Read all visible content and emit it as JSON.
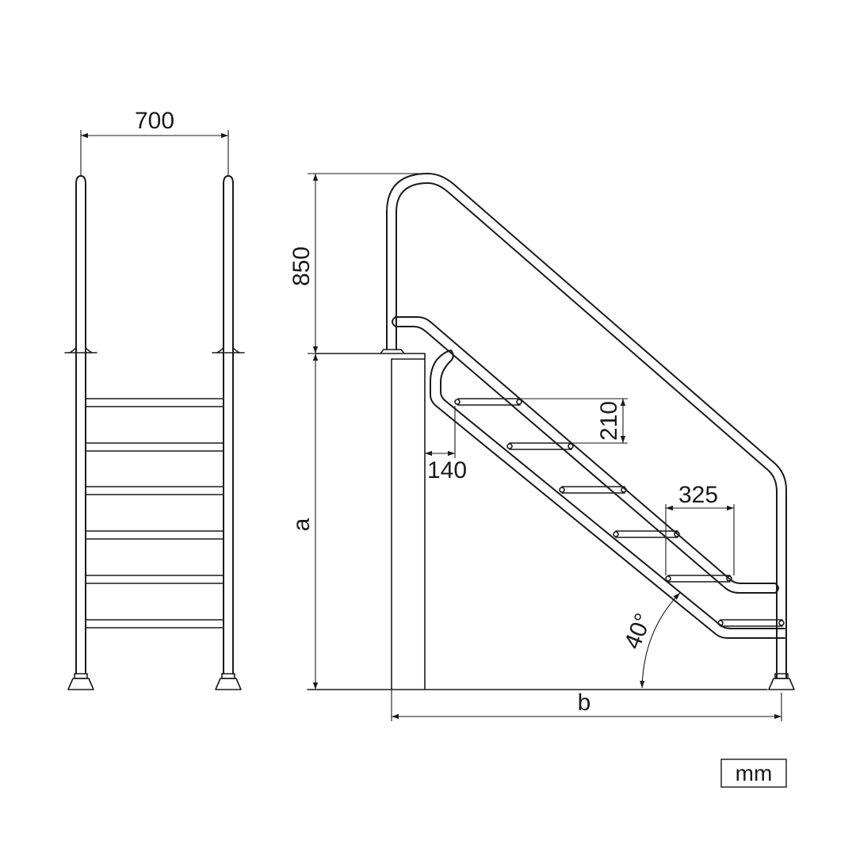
{
  "dimensions": {
    "width_front": "700",
    "height_handrail": "850",
    "height_a": "a",
    "base_b": "b",
    "step_rise": "210",
    "step_offset": "140",
    "step_depth": "325",
    "angle": "40°"
  },
  "units": {
    "label": "mm"
  }
}
